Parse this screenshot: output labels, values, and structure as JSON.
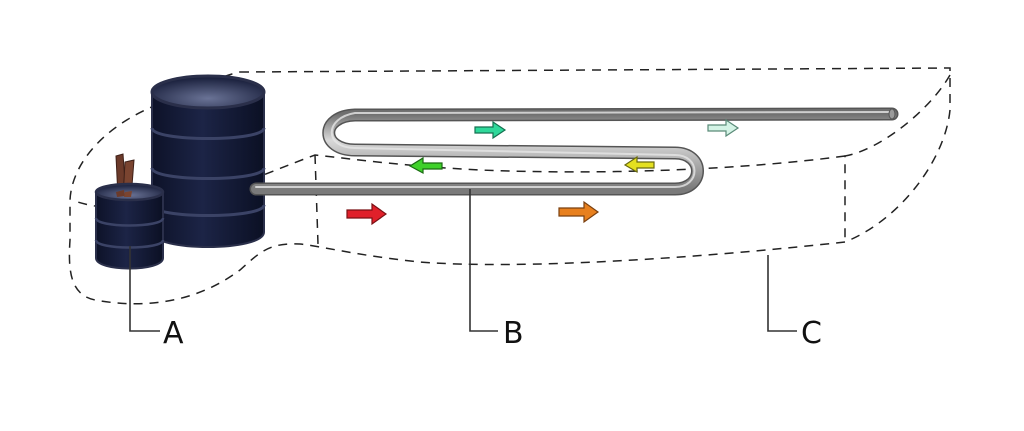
{
  "labels": {
    "a": "A",
    "b": "B",
    "c": "C"
  },
  "colors": {
    "barrel": "#161d3b",
    "barrel_rim": "#2a3358",
    "pipe": "#8f8f8f",
    "pipe_highlight": "#d8d8d8",
    "wood": "#6b3a2a",
    "arrow_red": "#e0202a",
    "arrow_orange": "#e8801e",
    "arrow_yellow": "#e4e020",
    "arrow_green": "#3fd12a",
    "arrow_teal": "#2fd89a",
    "arrow_pale": "#c8f0e0"
  }
}
